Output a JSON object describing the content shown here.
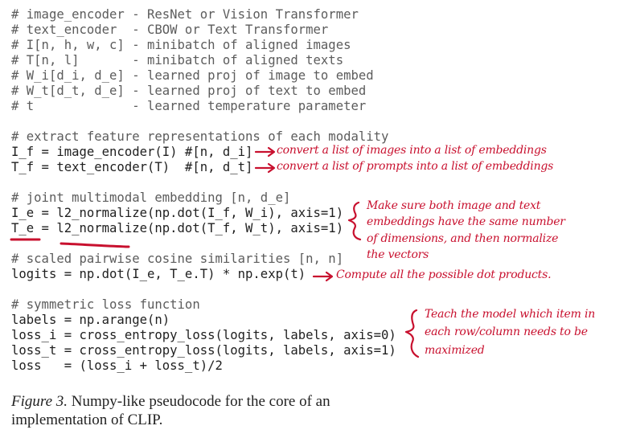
{
  "code": {
    "header_comments": [
      "# image_encoder - ResNet or Vision Transformer",
      "# text_encoder  - CBOW or Text Transformer",
      "# I[n, h, w, c] - minibatch of aligned images",
      "# T[n, l]       - minibatch of aligned texts",
      "# W_i[d_i, d_e] - learned proj of image to embed",
      "# W_t[d_t, d_e] - learned proj of text to embed",
      "# t             - learned temperature parameter"
    ],
    "extract_comment": "# extract feature representations of each modality",
    "extract_lines": [
      "I_f = image_encoder(I) #[n, d_i]",
      "T_f = text_encoder(T)  #[n, d_t]"
    ],
    "joint_comment": "# joint multimodal embedding [n, d_e]",
    "joint_lines": [
      "I_e = l2_normalize(np.dot(I_f, W_i), axis=1)",
      "T_e = l2_normalize(np.dot(T_f, W_t), axis=1)"
    ],
    "scaled_comment": "# scaled pairwise cosine similarities [n, n]",
    "scaled_line": "logits = np.dot(I_e, T_e.T) * np.exp(t)",
    "loss_comment": "# symmetric loss function",
    "loss_lines": [
      "labels = np.arange(n)",
      "loss_i = cross_entropy_loss(logits, labels, axis=0)",
      "loss_t = cross_entropy_loss(logits, labels, axis=1)",
      "loss   = (loss_i + loss_t)/2"
    ]
  },
  "annotations": {
    "ink_color": "#c8102e",
    "convert_images": "convert a list of images into a list of embeddings",
    "convert_prompts": "convert a list of prompts into a list of embeddings",
    "normalize_note": [
      "Make sure both image and text",
      "embeddings have the same number",
      "of dimensions, and then normalize",
      "the vectors"
    ],
    "dot_products": "Compute all the possible dot products.",
    "teach_note": [
      "Teach the model which item in",
      "each row/column needs to be",
      "maximized"
    ]
  },
  "caption": {
    "figure_label": "Figure 3.",
    "text": " Numpy-like pseudocode for the core of an implementation of CLIP."
  }
}
